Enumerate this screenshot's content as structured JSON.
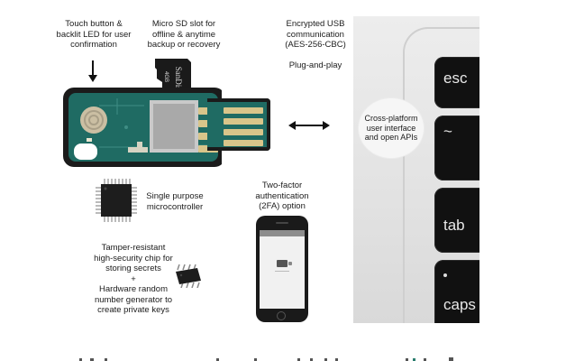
{
  "labels": {
    "touch_button": [
      "Touch button &",
      "backlit LED for user",
      "confirmation"
    ],
    "micro_sd": [
      "Micro SD slot for",
      "offline & anytime",
      "backup or recovery"
    ],
    "usb": [
      "Encrypted USB",
      "communication",
      "(AES-256-CBC)"
    ],
    "plug_and_play": "Plug-and-play",
    "cross_platform": [
      "Cross-platform",
      "user interface",
      "and open APIs"
    ],
    "microcontroller": [
      "Single purpose",
      "microcontroller"
    ],
    "two_factor": [
      "Two-factor",
      "authentication",
      "(2FA) option"
    ],
    "tamper": [
      "Tamper-resistant",
      "high-security chip for",
      "storing secrets",
      "+",
      "Hardware random",
      "number generator to",
      "create private keys"
    ]
  },
  "sd_card": {
    "brand": "SanDisk",
    "capacity": "4GB"
  },
  "keyboard_keys": [
    {
      "name": "esc",
      "label": "esc"
    },
    {
      "name": "tilde",
      "label": "~"
    },
    {
      "name": "tab",
      "label": "tab"
    },
    {
      "name": "caps",
      "label": "caps l"
    }
  ],
  "colors": {
    "pcb_green": "#1f6b63",
    "device_body": "#1b1b1b",
    "gold_contact": "#d9c58a",
    "key_black": "#111111"
  },
  "icons": [
    "arrow-down-icon",
    "double-arrow-icon",
    "microcontroller-chip-icon",
    "security-chip-icon",
    "smartphone-icon",
    "micro-sd-card-icon"
  ]
}
